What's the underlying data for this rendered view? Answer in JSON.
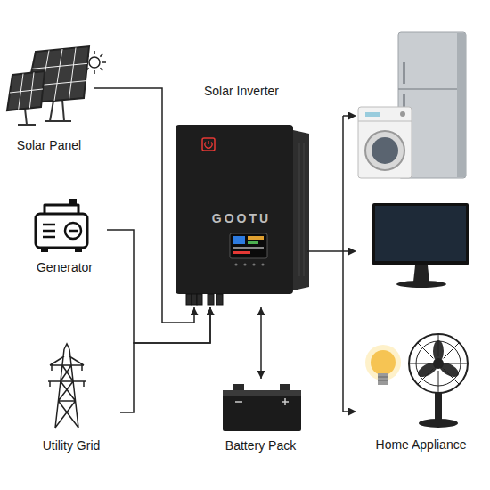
{
  "diagram": {
    "nodes": [
      {
        "text": [
          "Solar Panel"
        ]
      },
      {
        "text": [
          "Generator"
        ]
      },
      {
        "text": [
          "Utility Grid"
        ]
      },
      {
        "text": [
          "Solar Inverter",
          "GOOTU"
        ]
      },
      {
        "text": [
          "Battery Pack"
        ]
      },
      {
        "text": [
          "Home Appliance"
        ]
      }
    ],
    "edges": [
      {
        "from": 0,
        "to": 3,
        "arrow": "to"
      },
      {
        "from": 1,
        "to": 3,
        "arrow": "to"
      },
      {
        "from": 2,
        "to": 3,
        "arrow": "to"
      },
      {
        "from": 3,
        "to": 4,
        "arrow": "both"
      },
      {
        "from": 3,
        "to": 5,
        "arrow": "to"
      }
    ]
  }
}
